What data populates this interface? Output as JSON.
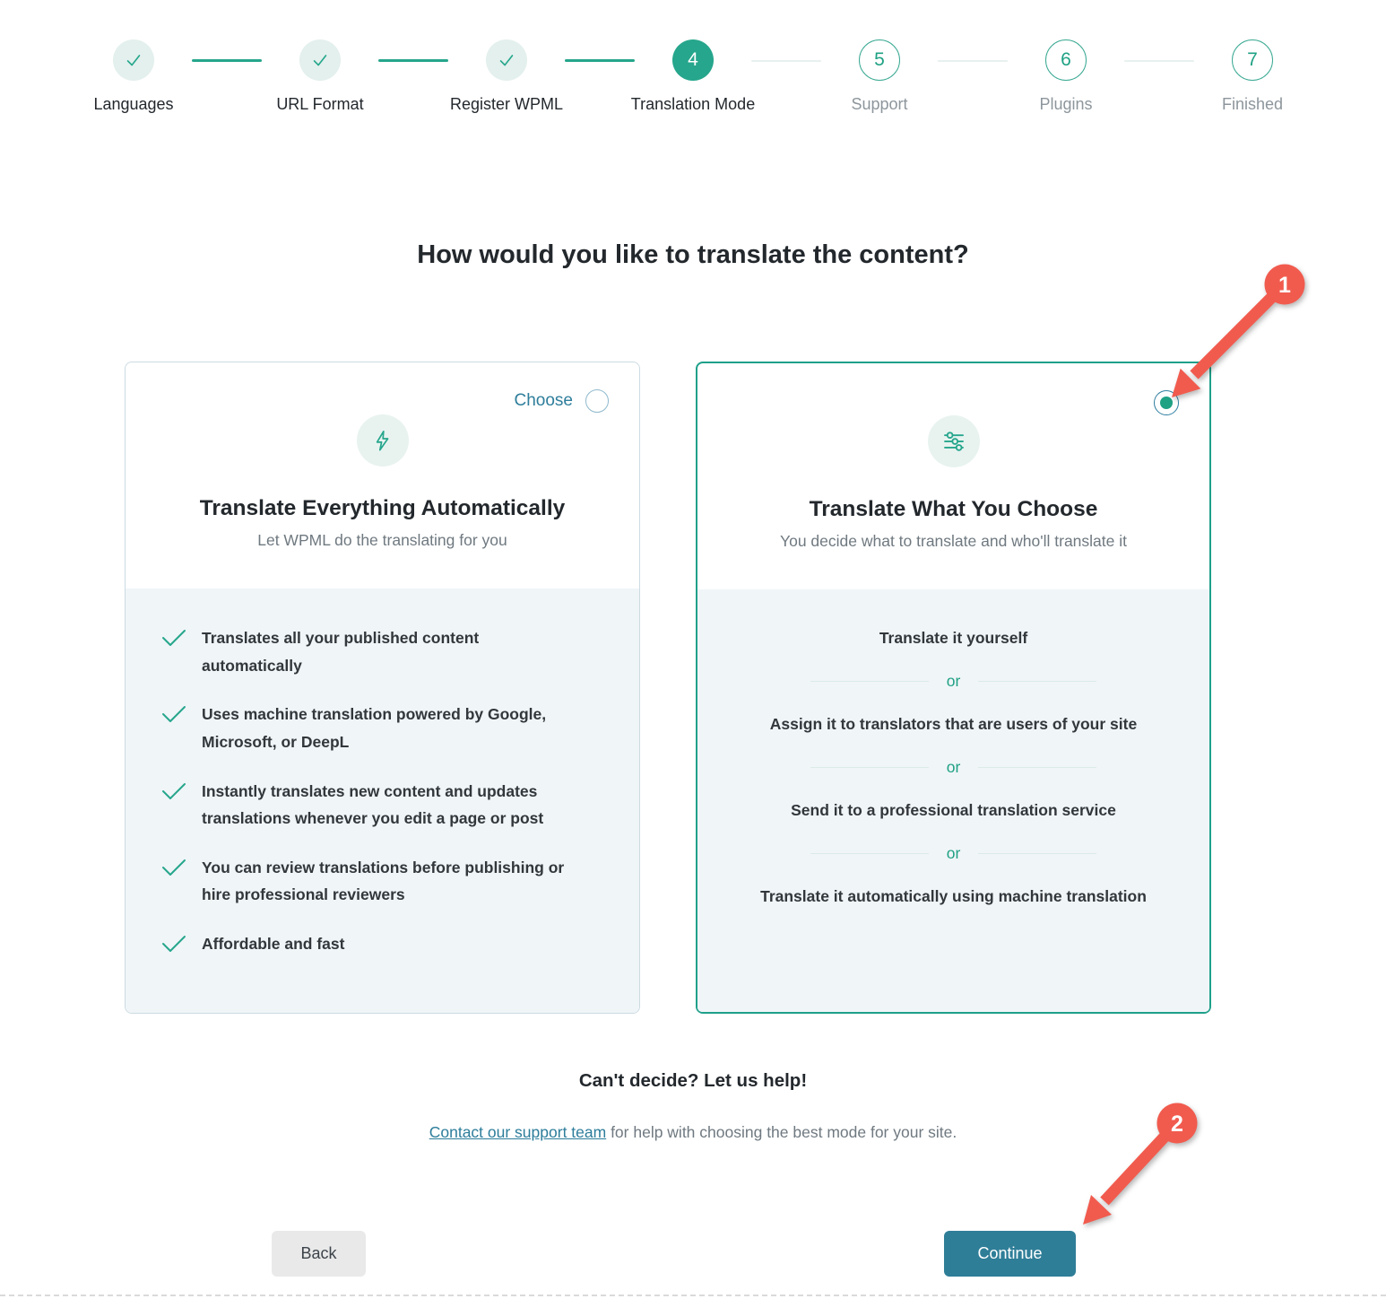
{
  "stepper": {
    "steps": [
      {
        "label": "Languages",
        "state": "completed",
        "icon": "check-icon"
      },
      {
        "label": "URL Format",
        "state": "completed",
        "icon": "check-icon"
      },
      {
        "label": "Register WPML",
        "state": "completed",
        "icon": "check-icon"
      },
      {
        "label": "Translation Mode",
        "state": "active",
        "number": "4"
      },
      {
        "label": "Support",
        "state": "upcoming",
        "number": "5"
      },
      {
        "label": "Plugins",
        "state": "upcoming",
        "number": "6"
      },
      {
        "label": "Finished",
        "state": "upcoming",
        "number": "7"
      }
    ]
  },
  "heading": "How would you like to translate the content?",
  "cards": {
    "left": {
      "choose_label": "Choose",
      "selected": false,
      "icon": "lightning-icon",
      "title": "Translate Everything Automatically",
      "subtitle": "Let WPML do the translating for you",
      "bullet_icon": "check-icon",
      "features": [
        "Translates all your published content automatically",
        "Uses machine translation powered by Google, Microsoft, or DeepL",
        "Instantly translates new content and updates translations whenever you edit a page or post",
        "You can review translations before publishing or hire professional reviewers",
        "Affordable and fast"
      ]
    },
    "right": {
      "selected": true,
      "icon": "sliders-icon",
      "title": "Translate What You Choose",
      "subtitle": "You decide what to translate and who'll translate it",
      "separator": "or",
      "options": [
        "Translate it yourself",
        "Assign it to translators that are users of your site",
        "Send it to a professional translation service",
        "Translate it automatically using machine translation"
      ]
    }
  },
  "help": {
    "title": "Can't decide? Let us help!",
    "link_text": "Contact our support team",
    "rest_text": " for help with choosing the best mode for your site."
  },
  "buttons": {
    "back": "Back",
    "continue": "Continue"
  },
  "annotations": [
    {
      "number": "1",
      "target": "selected-radio"
    },
    {
      "number": "2",
      "target": "continue-button"
    }
  ],
  "colors": {
    "accent_teal": "#26a68c",
    "selected_border": "#1fa08a",
    "link_blue": "#2c7d9b",
    "continue_button_bg": "#2f7e98",
    "back_button_bg": "#e9e9e9",
    "panel_bg": "#f0f5f8",
    "annotation_red": "#f15b4e"
  }
}
